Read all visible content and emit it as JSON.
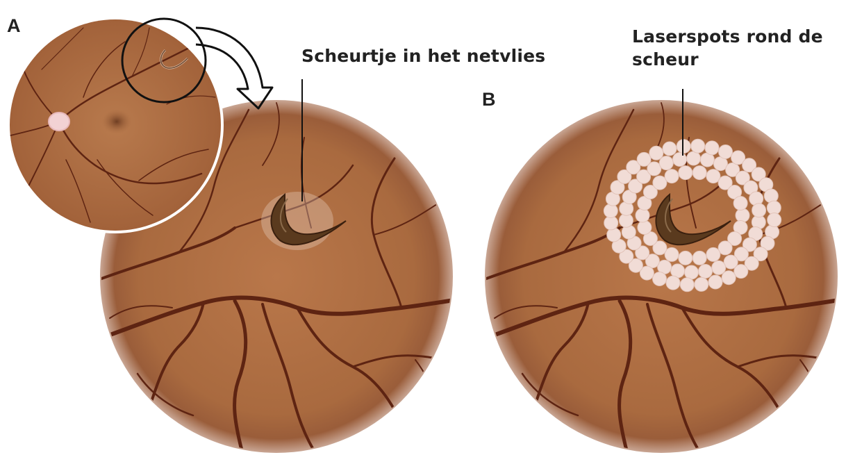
{
  "panels": {
    "a": {
      "letter": "A"
    },
    "b": {
      "letter": "B"
    }
  },
  "labels": {
    "tear": "Scheurtje in het netvlies",
    "laser_line1": "Laserspots rond de",
    "laser_line2": "scheur"
  },
  "colors": {
    "retina": "#ae6b3d",
    "vessel": "#5e2412",
    "laser_spot": "#f1dcd6",
    "ink": "#222222"
  }
}
